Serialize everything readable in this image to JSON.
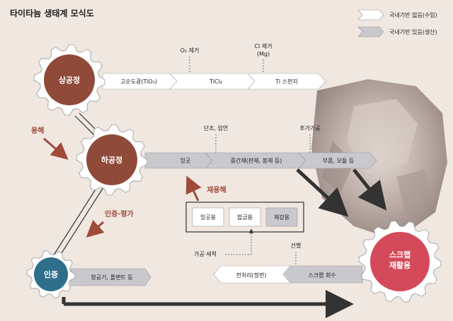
{
  "title": "타이타늄 생태계 모식도",
  "legend": {
    "no_base": "국내기반 없음(수입)",
    "has_base": "국내기반 있음(생산)"
  },
  "nodes": {
    "upstream": "상공정",
    "downstream": "하공정",
    "certification": "인증",
    "scrap_line1": "스크랩",
    "scrap_line2": "재활용"
  },
  "flow_top": {
    "step1": "고순도광(TiO₂)",
    "step2": "TiCl₄",
    "step3": "Ti 스펀지",
    "note_o2": "O₂ 제거",
    "note_cl_line1": "Cl 제거",
    "note_cl_line2": "(Mg)"
  },
  "flow_mid": {
    "step1": "잉곳",
    "step2": "중간재(판재, 봉재 등)",
    "step3": "부품, 모듈 등",
    "note_forge": "단조, 압연",
    "note_extra": "추가가공"
  },
  "cert_bar": "항공기, 플랜트 등",
  "scrap_flow": {
    "pre": "전처리(정련)",
    "collect": "스크랩 회수",
    "note_sort": "선별",
    "note_process": "가공·세척"
  },
  "remelt": {
    "label": "재용해",
    "items": [
      "잉곳용",
      "합금용",
      "제강용"
    ]
  },
  "side_labels": {
    "melt": "용해",
    "cert_eval": "인증·평가"
  }
}
